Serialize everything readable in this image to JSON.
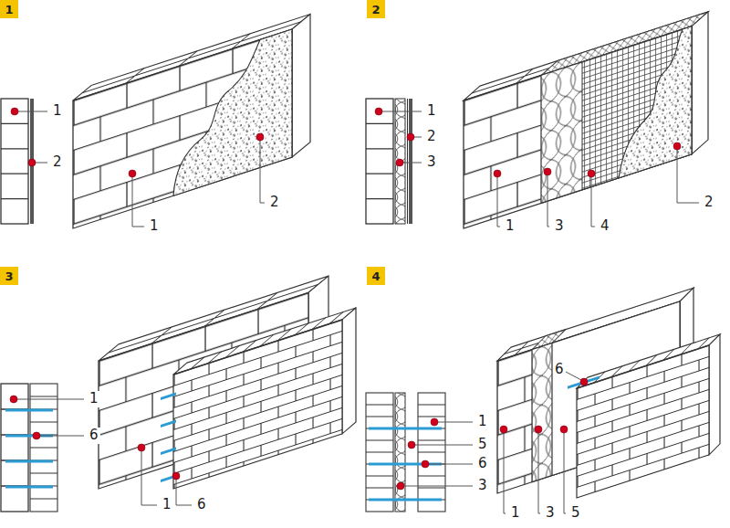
{
  "diagram": {
    "nodes": [
      {
        "text": [
          "1"
        ]
      },
      {
        "text": [
          "2"
        ]
      },
      {
        "text": [
          "3"
        ]
      },
      {
        "text": [
          "4"
        ]
      }
    ],
    "labels": [
      "1",
      "2",
      "2",
      "1",
      "1",
      "2",
      "3",
      "2",
      "1",
      "3",
      "4",
      "1",
      "6",
      "1",
      "6",
      "1",
      "5",
      "6",
      "3",
      "6",
      "1",
      "3",
      "5"
    ]
  }
}
